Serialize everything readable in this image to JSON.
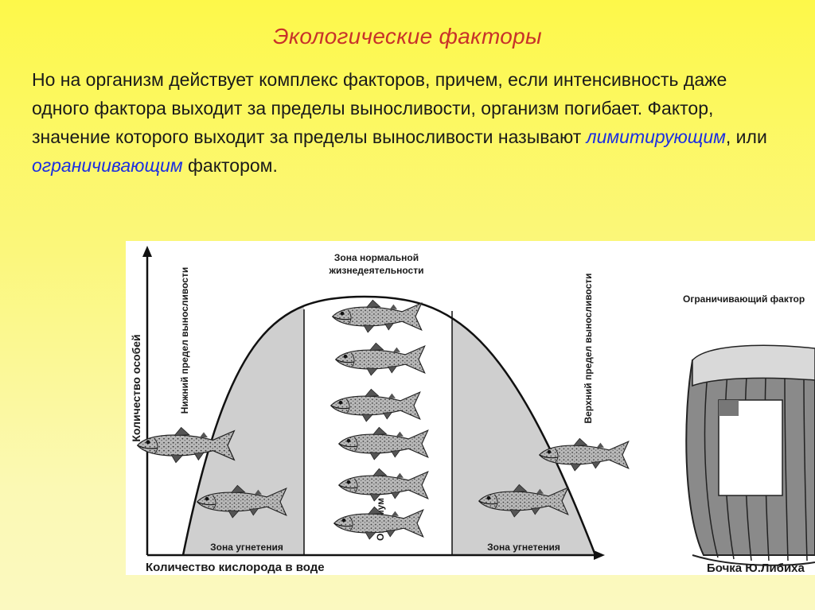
{
  "slide": {
    "title": "Экологические факторы",
    "paragraph": {
      "p1": "Но на организм действует комплекс факторов, причем, если интенсивность даже одного фактора выходит за пределы выносливости, организм погибает. Фактор, значение которого выходит за пределы выносливости называют ",
      "term1": "лимитирующим",
      "p2": ", или ",
      "term2": "ограничивающим",
      "p3": " фактором."
    },
    "colors": {
      "title": "#c8322a",
      "highlight": "#1c2fe0",
      "background": "#fdf84a"
    }
  },
  "diagram": {
    "y_axis_label": "Количество особей",
    "x_axis_label": "Количество кислорода в воде",
    "lower_limit": "Нижний предел выносливости",
    "upper_limit": "Верхний предел выносливости",
    "normal_zone_1": "Зона нормальной",
    "normal_zone_2": "жизнедеятельности",
    "optimum": "Оптимум",
    "suppression_left": "Зона угнетения",
    "suppression_right": "Зона угнетения"
  },
  "barrel": {
    "title": "Ограничивающий фактор",
    "caption": "Бочка Ю.Либиха"
  }
}
